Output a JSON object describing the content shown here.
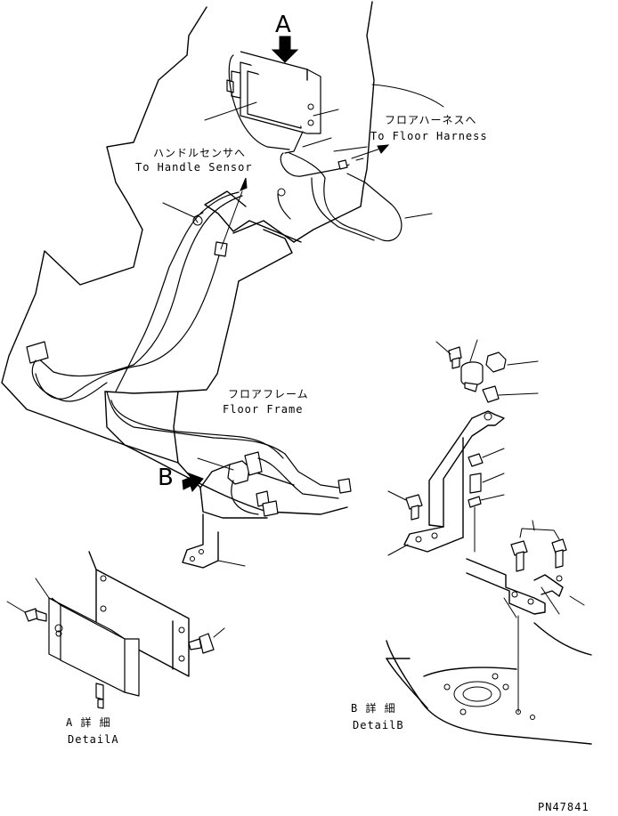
{
  "labels": {
    "view_a": "A",
    "view_b": "B",
    "floor_harness_jp": "フロアハーネスへ",
    "floor_harness_en": "To Floor Harness",
    "handle_sensor_jp": "ハンドルセンサへ",
    "handle_sensor_en": "To Handle Sensor",
    "floor_frame_jp": "フロアフレーム",
    "floor_frame_en": "Floor Frame",
    "detail_a_jp": "A 詳 細",
    "detail_a_en": "DetailA",
    "detail_b_jp": "B 詳 細",
    "detail_b_en": "DetailB",
    "part_number": "PN47841"
  }
}
